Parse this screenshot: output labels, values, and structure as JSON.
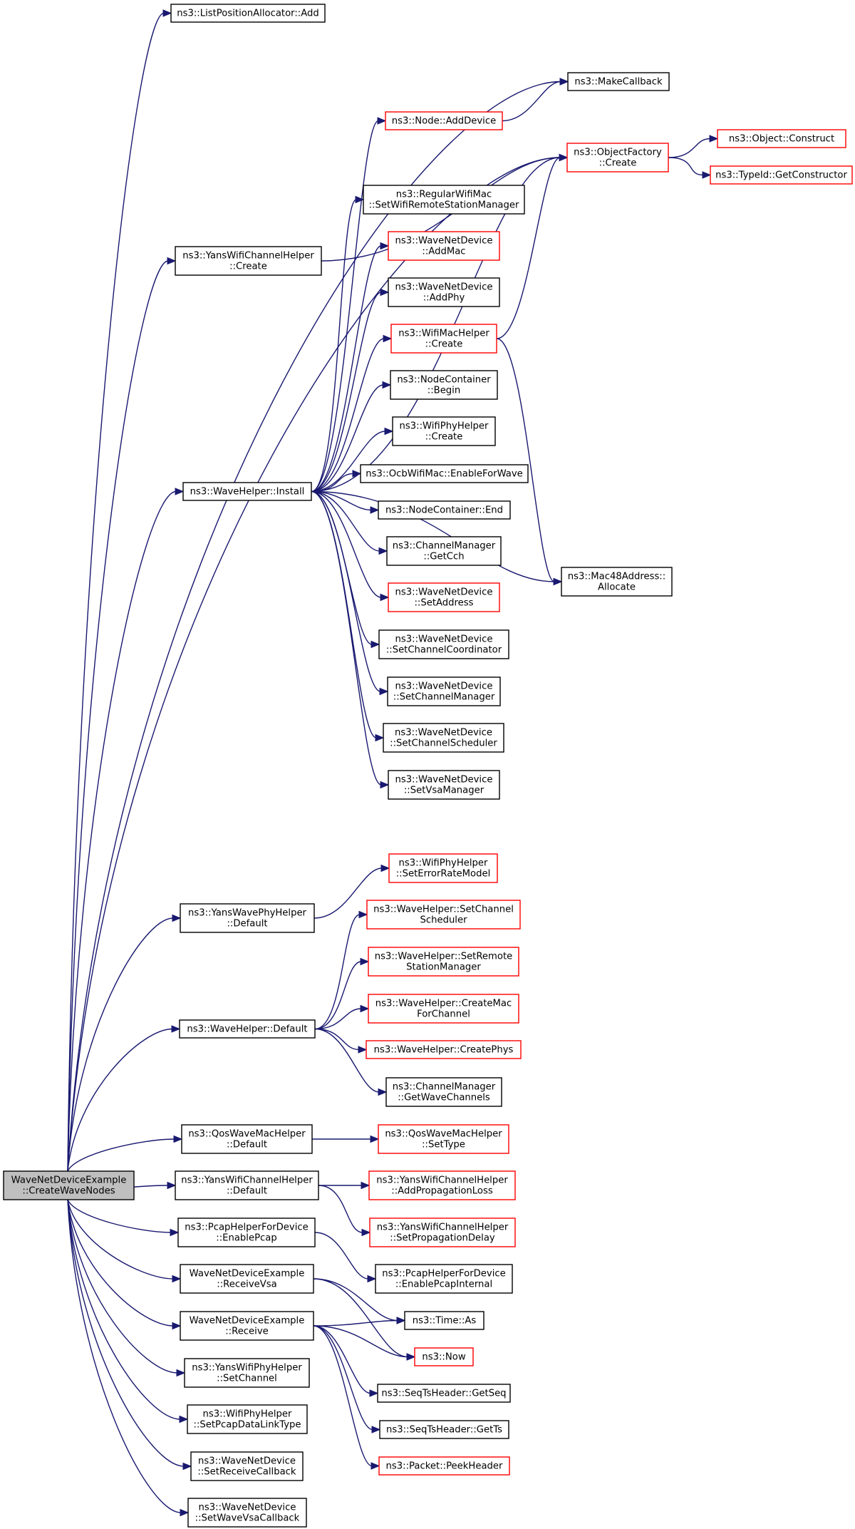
{
  "diagram": {
    "kind": "call-graph",
    "edge_color": "#191970",
    "normal_border_color": "#000000",
    "truncated_border_color": "#ff0000",
    "root_fill_color": "#bfbfbf",
    "nodes": [
      {
        "id": "root",
        "lines": [
          "WaveNetDeviceExample",
          "::CreateWaveNodes"
        ],
        "style": "root"
      },
      {
        "id": "lpa_add",
        "lines": [
          "ns3::ListPositionAllocator::Add"
        ],
        "style": "normal"
      },
      {
        "id": "makecallback",
        "lines": [
          "ns3::MakeCallback"
        ],
        "style": "normal"
      },
      {
        "id": "node_adddevice",
        "lines": [
          "ns3::Node::AddDevice"
        ],
        "style": "truncated"
      },
      {
        "id": "objfactory_create",
        "lines": [
          "ns3::ObjectFactory",
          "::Create"
        ],
        "style": "truncated"
      },
      {
        "id": "object_construct",
        "lines": [
          "ns3::Object::Construct"
        ],
        "style": "truncated"
      },
      {
        "id": "typeid_getconstructor",
        "lines": [
          "ns3::TypeId::GetConstructor"
        ],
        "style": "truncated"
      },
      {
        "id": "regwifimac",
        "lines": [
          "ns3::RegularWifiMac",
          "::SetWifiRemoteStationManager"
        ],
        "style": "normal"
      },
      {
        "id": "yanschan_create",
        "lines": [
          "ns3::YansWifiChannelHelper",
          "::Create"
        ],
        "style": "normal"
      },
      {
        "id": "wnd_addmac",
        "lines": [
          "ns3::WaveNetDevice",
          "::AddMac"
        ],
        "style": "truncated"
      },
      {
        "id": "wnd_addphy",
        "lines": [
          "ns3::WaveNetDevice",
          "::AddPhy"
        ],
        "style": "normal"
      },
      {
        "id": "wifimac_create",
        "lines": [
          "ns3::WifiMacHelper",
          "::Create"
        ],
        "style": "truncated"
      },
      {
        "id": "nc_begin",
        "lines": [
          "ns3::NodeContainer",
          "::Begin"
        ],
        "style": "normal"
      },
      {
        "id": "wifiphy_create",
        "lines": [
          "ns3::WifiPhyHelper",
          "::Create"
        ],
        "style": "normal"
      },
      {
        "id": "wavehelper_install",
        "lines": [
          "ns3::WaveHelper::Install"
        ],
        "style": "normal"
      },
      {
        "id": "ocb_enable",
        "lines": [
          "ns3::OcbWifiMac::EnableForWave"
        ],
        "style": "normal"
      },
      {
        "id": "nc_end",
        "lines": [
          "ns3::NodeContainer::End"
        ],
        "style": "normal"
      },
      {
        "id": "cm_getcch",
        "lines": [
          "ns3::ChannelManager",
          "::GetCch"
        ],
        "style": "normal"
      },
      {
        "id": "mac48_allocate",
        "lines": [
          "ns3::Mac48Address::",
          "Allocate"
        ],
        "style": "normal"
      },
      {
        "id": "wnd_setaddress",
        "lines": [
          "ns3::WaveNetDevice",
          "::SetAddress"
        ],
        "style": "truncated"
      },
      {
        "id": "wnd_setchcoord",
        "lines": [
          "ns3::WaveNetDevice",
          "::SetChannelCoordinator"
        ],
        "style": "normal"
      },
      {
        "id": "wnd_setchmgr",
        "lines": [
          "ns3::WaveNetDevice",
          "::SetChannelManager"
        ],
        "style": "normal"
      },
      {
        "id": "wnd_setchsched",
        "lines": [
          "ns3::WaveNetDevice",
          "::SetChannelScheduler"
        ],
        "style": "normal"
      },
      {
        "id": "wnd_setvsamgr",
        "lines": [
          "ns3::WaveNetDevice",
          "::SetVsaManager"
        ],
        "style": "normal"
      },
      {
        "id": "wifiphy_seterr",
        "lines": [
          "ns3::WifiPhyHelper",
          "::SetErrorRateModel"
        ],
        "style": "truncated"
      },
      {
        "id": "yanswavephy_default",
        "lines": [
          "ns3::YansWavePhyHelper",
          "::Default"
        ],
        "style": "normal"
      },
      {
        "id": "wh_setchsched",
        "lines": [
          "ns3::WaveHelper::SetChannel",
          "Scheduler"
        ],
        "style": "truncated"
      },
      {
        "id": "wh_setremote",
        "lines": [
          "ns3::WaveHelper::SetRemote",
          "StationManager"
        ],
        "style": "truncated"
      },
      {
        "id": "wh_default",
        "lines": [
          "ns3::WaveHelper::Default"
        ],
        "style": "normal"
      },
      {
        "id": "wh_createmac",
        "lines": [
          "ns3::WaveHelper::CreateMac",
          "ForChannel"
        ],
        "style": "truncated"
      },
      {
        "id": "wh_createphys",
        "lines": [
          "ns3::WaveHelper::CreatePhys"
        ],
        "style": "truncated"
      },
      {
        "id": "cm_getwavech",
        "lines": [
          "ns3::ChannelManager",
          "::GetWaveChannels"
        ],
        "style": "normal"
      },
      {
        "id": "qoswavemac_default",
        "lines": [
          "ns3::QosWaveMacHelper",
          "::Default"
        ],
        "style": "normal"
      },
      {
        "id": "qoswavemac_settype",
        "lines": [
          "ns3::QosWaveMacHelper",
          "::SetType"
        ],
        "style": "truncated"
      },
      {
        "id": "yanschan_default",
        "lines": [
          "ns3::YansWifiChannelHelper",
          "::Default"
        ],
        "style": "normal"
      },
      {
        "id": "yanschan_addprop",
        "lines": [
          "ns3::YansWifiChannelHelper",
          "::AddPropagationLoss"
        ],
        "style": "truncated"
      },
      {
        "id": "yanschan_setpropdelay",
        "lines": [
          "ns3::YansWifiChannelHelper",
          "::SetPropagationDelay"
        ],
        "style": "truncated"
      },
      {
        "id": "pcap_enable",
        "lines": [
          "ns3::PcapHelperForDevice",
          "::EnablePcap"
        ],
        "style": "normal"
      },
      {
        "id": "pcap_enableinternal",
        "lines": [
          "ns3::PcapHelperForDevice",
          "::EnablePcapInternal"
        ],
        "style": "normal"
      },
      {
        "id": "wnde_receivevsa",
        "lines": [
          "WaveNetDeviceExample",
          "::ReceiveVsa"
        ],
        "style": "normal"
      },
      {
        "id": "time_as",
        "lines": [
          "ns3::Time::As"
        ],
        "style": "normal"
      },
      {
        "id": "wnde_receive",
        "lines": [
          "WaveNetDeviceExample",
          "::Receive"
        ],
        "style": "normal"
      },
      {
        "id": "now",
        "lines": [
          "ns3::Now"
        ],
        "style": "truncated"
      },
      {
        "id": "yansphy_setchannel",
        "lines": [
          "ns3::YansWifiPhyHelper",
          "::SetChannel"
        ],
        "style": "normal"
      },
      {
        "id": "seqts_getseq",
        "lines": [
          "ns3::SeqTsHeader::GetSeq"
        ],
        "style": "normal"
      },
      {
        "id": "seqts_getts",
        "lines": [
          "ns3::SeqTsHeader::GetTs"
        ],
        "style": "normal"
      },
      {
        "id": "wifiphy_setpcap",
        "lines": [
          "ns3::WifiPhyHelper",
          "::SetPcapDataLinkType"
        ],
        "style": "normal"
      },
      {
        "id": "packet_peekheader",
        "lines": [
          "ns3::Packet::PeekHeader"
        ],
        "style": "truncated"
      },
      {
        "id": "wnd_setrecvcb",
        "lines": [
          "ns3::WaveNetDevice",
          "::SetReceiveCallback"
        ],
        "style": "normal"
      },
      {
        "id": "wnd_setvsacb",
        "lines": [
          "ns3::WaveNetDevice",
          "::SetWaveVsaCallback"
        ],
        "style": "normal"
      }
    ],
    "edges": [
      [
        "root",
        "lpa_add"
      ],
      [
        "root",
        "makecallback"
      ],
      [
        "root",
        "objfactory_create"
      ],
      [
        "root",
        "yanschan_create"
      ],
      [
        "root",
        "wavehelper_install"
      ],
      [
        "root",
        "yanswavephy_default"
      ],
      [
        "root",
        "wh_default"
      ],
      [
        "root",
        "qoswavemac_default"
      ],
      [
        "root",
        "yanschan_default"
      ],
      [
        "root",
        "pcap_enable"
      ],
      [
        "root",
        "wnde_receivevsa"
      ],
      [
        "root",
        "wnde_receive"
      ],
      [
        "root",
        "yansphy_setchannel"
      ],
      [
        "root",
        "wifiphy_setpcap"
      ],
      [
        "root",
        "wnd_setrecvcb"
      ],
      [
        "root",
        "wnd_setvsacb"
      ],
      [
        "node_adddevice",
        "makecallback"
      ],
      [
        "objfactory_create",
        "object_construct"
      ],
      [
        "objfactory_create",
        "typeid_getconstructor"
      ],
      [
        "yanschan_create",
        "objfactory_create"
      ],
      [
        "wifimac_create",
        "objfactory_create"
      ],
      [
        "wifimac_create",
        "mac48_allocate"
      ],
      [
        "wavehelper_install",
        "node_adddevice"
      ],
      [
        "wavehelper_install",
        "objfactory_create"
      ],
      [
        "wavehelper_install",
        "regwifimac"
      ],
      [
        "wavehelper_install",
        "wnd_addmac"
      ],
      [
        "wavehelper_install",
        "wnd_addphy"
      ],
      [
        "wavehelper_install",
        "wifimac_create"
      ],
      [
        "wavehelper_install",
        "nc_begin"
      ],
      [
        "wavehelper_install",
        "wifiphy_create"
      ],
      [
        "wavehelper_install",
        "ocb_enable"
      ],
      [
        "wavehelper_install",
        "nc_end"
      ],
      [
        "wavehelper_install",
        "cm_getcch"
      ],
      [
        "wavehelper_install",
        "wnd_setaddress"
      ],
      [
        "wavehelper_install",
        "wnd_setchcoord"
      ],
      [
        "wavehelper_install",
        "wnd_setchmgr"
      ],
      [
        "wavehelper_install",
        "wnd_setchsched"
      ],
      [
        "wavehelper_install",
        "wnd_setvsamgr"
      ],
      [
        "wavehelper_install",
        "mac48_allocate"
      ],
      [
        "yanswavephy_default",
        "wifiphy_seterr"
      ],
      [
        "wh_default",
        "wh_setchsched"
      ],
      [
        "wh_default",
        "wh_setremote"
      ],
      [
        "wh_default",
        "wh_createmac"
      ],
      [
        "wh_default",
        "wh_createphys"
      ],
      [
        "wh_default",
        "cm_getwavech"
      ],
      [
        "qoswavemac_default",
        "qoswavemac_settype"
      ],
      [
        "yanschan_default",
        "yanschan_addprop"
      ],
      [
        "yanschan_default",
        "yanschan_setpropdelay"
      ],
      [
        "pcap_enable",
        "pcap_enableinternal"
      ],
      [
        "wnde_receivevsa",
        "time_as"
      ],
      [
        "wnde_receivevsa",
        "now"
      ],
      [
        "wnde_receive",
        "time_as"
      ],
      [
        "wnde_receive",
        "now"
      ],
      [
        "wnde_receive",
        "seqts_getseq"
      ],
      [
        "wnde_receive",
        "seqts_getts"
      ],
      [
        "wnde_receive",
        "packet_peekheader"
      ]
    ]
  }
}
